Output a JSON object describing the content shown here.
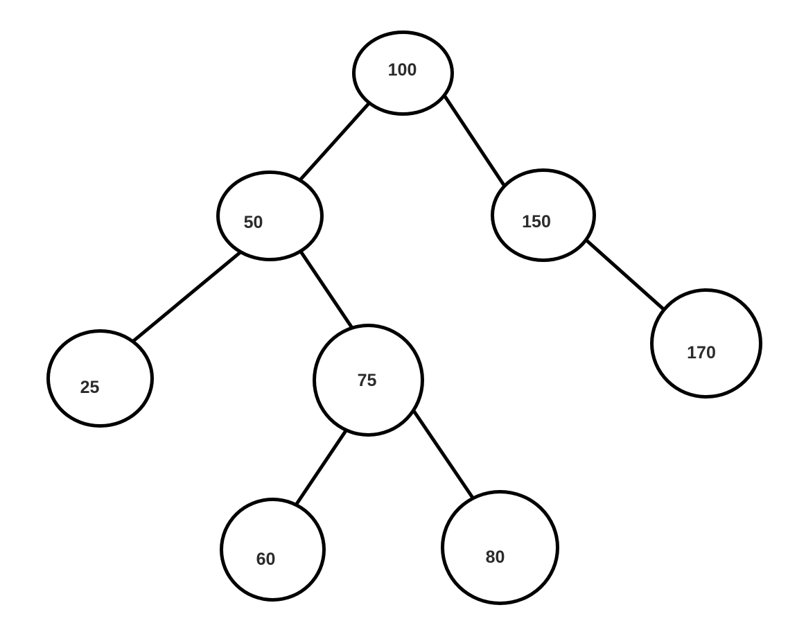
{
  "diagram": {
    "type": "binary-search-tree",
    "background_color": "#ffffff",
    "stroke_color": "#000000",
    "label_color": "#2b2b2b",
    "nodes": [
      {
        "id": "100",
        "label": "100"
      },
      {
        "id": "50",
        "label": "50"
      },
      {
        "id": "150",
        "label": "150"
      },
      {
        "id": "25",
        "label": "25"
      },
      {
        "id": "75",
        "label": "75"
      },
      {
        "id": "170",
        "label": "170"
      },
      {
        "id": "60",
        "label": "60"
      },
      {
        "id": "80",
        "label": "80"
      }
    ],
    "edges": [
      {
        "from": "100",
        "to": "50"
      },
      {
        "from": "100",
        "to": "150"
      },
      {
        "from": "50",
        "to": "25"
      },
      {
        "from": "50",
        "to": "75"
      },
      {
        "from": "150",
        "to": "170"
      },
      {
        "from": "75",
        "to": "60"
      },
      {
        "from": "75",
        "to": "80"
      }
    ]
  }
}
